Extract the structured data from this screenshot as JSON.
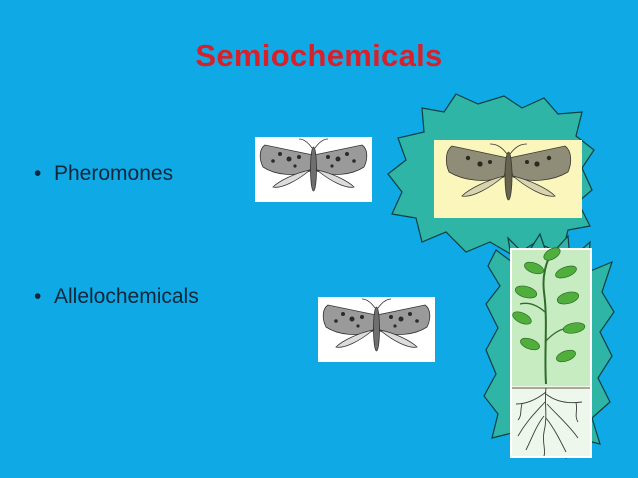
{
  "slide": {
    "title": "Semiochemicals",
    "bullets": [
      {
        "symbol": "•",
        "text": "Pheromones"
      },
      {
        "symbol": "•",
        "text": "Allelochemicals"
      }
    ],
    "colors": {
      "background": "#0fa9e6",
      "title": "#d8202a",
      "text": "#10273a",
      "splash_fill": "#2eb5a6",
      "moth_highlight": "#fbf6bc",
      "plant_panel": "#c8ecc2"
    },
    "images": [
      "moth-illustration",
      "moth-illustration",
      "highlighted-moth-splash",
      "plant-with-roots-illustration"
    ]
  }
}
